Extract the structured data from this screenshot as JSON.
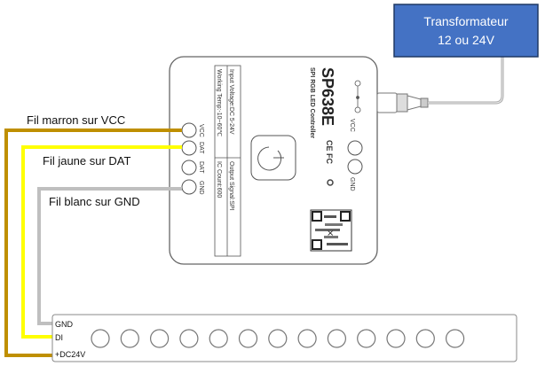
{
  "transformer": {
    "line1": "Transformateur",
    "line2": "12 ou 24V",
    "color": "#4472C4"
  },
  "labels": {
    "brown": "Fil marron sur VCC",
    "yellow": "Fil jaune sur DAT",
    "white": "Fil blanc sur GND"
  },
  "wire_colors": {
    "brown": "#BF8F00",
    "yellow": "#FFFF00",
    "white": "#BFBFBF"
  },
  "controller": {
    "model": "SP638E",
    "subtitle": "SPI RGB LED Controller",
    "spec_input": "Input Voltage:DC 5-24V",
    "spec_temp": "Working Temp:-10~60℃",
    "spec_output": "Output Signal:SPI",
    "spec_ic": "IC Count:600",
    "pins_left": [
      "VCC",
      "DAT",
      "DAT",
      "GND"
    ],
    "pins_right": [
      "VCC",
      "GND"
    ],
    "certs": "CE FC"
  },
  "strip": {
    "gnd": "GND",
    "di": "DI",
    "vcc": "+DC24V",
    "led_count": 13
  }
}
